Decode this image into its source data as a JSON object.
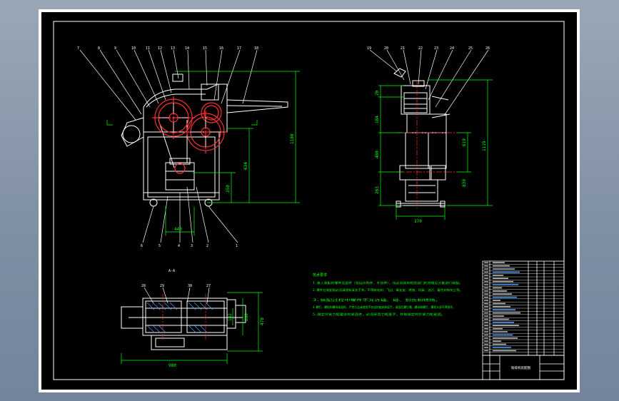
{
  "colors": {
    "frame": "#ffffff",
    "paper": "#000000",
    "outline": "#ffffff",
    "centerline": "#ff3030",
    "dimension": "#00ff00",
    "leader": "#ffffff",
    "notes": "#00ff00",
    "table_text": "#e8e8e8",
    "table_accent": "#4da3ff"
  },
  "front_view": {
    "balloons": [
      "7",
      "8",
      "9",
      "10",
      "11",
      "12",
      "13",
      "14",
      "15",
      "16",
      "17",
      "18"
    ],
    "bottom_balloons": [
      "6",
      "5",
      "4",
      "3",
      "2",
      "1"
    ],
    "dims": {
      "height_total": "1180",
      "height_mid": "634",
      "height_low": "250",
      "base_width": "440"
    }
  },
  "side_view": {
    "balloons": [
      "19",
      "20",
      "21",
      "22",
      "23",
      "24",
      "25",
      "26"
    ],
    "dims": {
      "h1": "20",
      "h2": "184",
      "h3": "480",
      "h4": "263",
      "right_total": "1119",
      "right_a": "619",
      "right_b": "839",
      "width": "370"
    }
  },
  "section_view": {
    "label": "A-A",
    "balloons": [
      "28",
      "29",
      "30",
      "27"
    ],
    "dims": {
      "width": "980",
      "h_inner": "182",
      "h_mid": "260",
      "h_outer": "470"
    }
  },
  "notes": {
    "title": "技术要求",
    "lines": [
      "1.装入装配的零件及部件（包括外购件、外协件），均必须具有检验部门的合格证方能进行装配。",
      "2.零件在装配前必须清理和清洗干净，不得有毛刺、飞边、氧化皮、锈蚀、切屑、油污、着色剂和灰尘等。",
      "3.装配过程中零件不允许磕、碰、划伤和锈蚀。",
      "4.螺钉、螺栓和螺母紧固时，严禁打击或使用不合适的旋具和扳手。紧固后螺钉槽、螺母和螺钉、螺栓头部不得损坏。",
      "5.规定拧紧力矩要求的紧固件，必须采用力矩扳手，并按规定的拧紧力矩紧固。"
    ]
  },
  "title_block": {
    "drawing_title": "粉碎机装配图"
  }
}
